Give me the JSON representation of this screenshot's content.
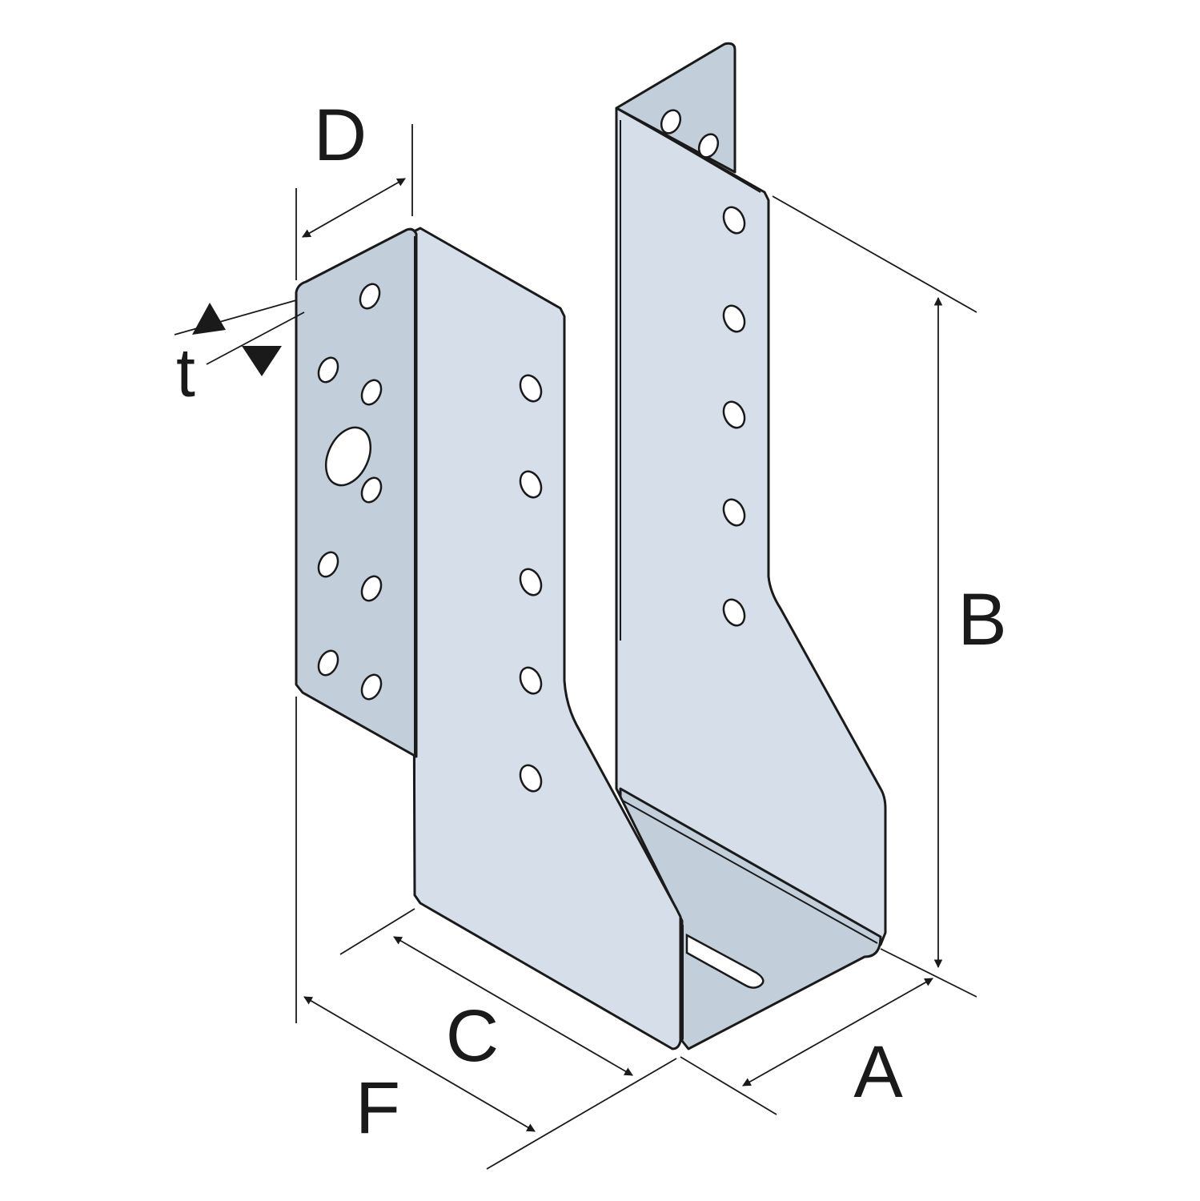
{
  "labels": {
    "A": "A",
    "B": "B",
    "C": "C",
    "D": "D",
    "F": "F",
    "t": "t"
  },
  "colors": {
    "metal_fill": "#d5dee9",
    "metal_fill_dark": "#c3cedb",
    "outline": "#1a1a1a",
    "background": "#ffffff"
  }
}
